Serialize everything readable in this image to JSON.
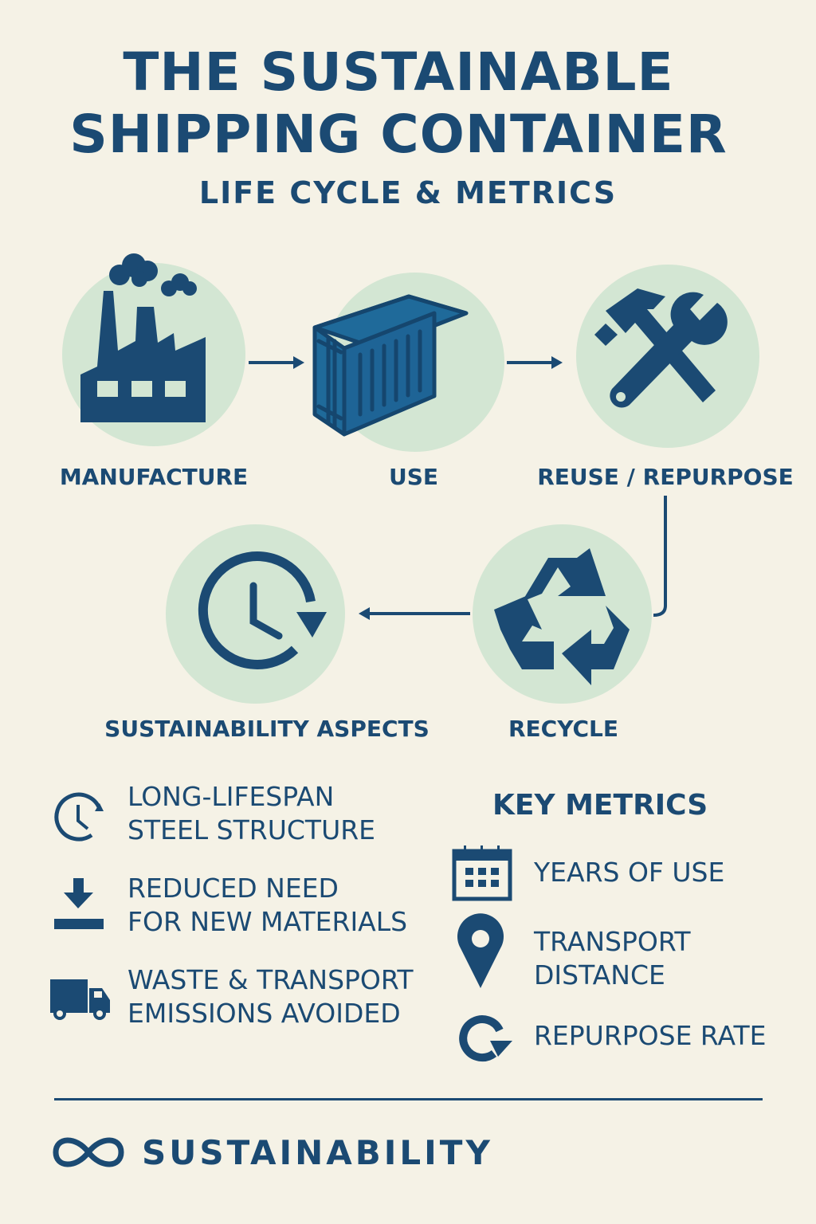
{
  "header": {
    "title_line1": "THE SUSTAINABLE",
    "title_line2": "SHIPPING CONTAINER",
    "subtitle": "LIFE CYCLE & METRICS"
  },
  "lifecycle": {
    "stages": [
      {
        "label": "MANUFACTURE",
        "icon": "factory-icon"
      },
      {
        "label": "USE",
        "icon": "shipping-container-icon"
      },
      {
        "label": "REUSE / REPURPOSE",
        "icon": "hammer-wrench-icon"
      },
      {
        "label": "RECYCLE",
        "icon": "recycle-icon"
      },
      {
        "label": "SUSTAINABILITY ASPECTS",
        "icon": "clock-cycle-icon"
      }
    ]
  },
  "aspects": [
    {
      "line1": "LONG-LIFESPAN",
      "line2": "STEEL STRUCTURE",
      "icon": "clock-icon"
    },
    {
      "line1": "REDUCED NEED",
      "line2": "FOR NEW MATERIALS",
      "icon": "download-icon"
    },
    {
      "line1": "WASTE & TRANSPORT",
      "line2": "EMISSIONS AVOIDED",
      "icon": "truck-icon"
    }
  ],
  "key_metrics": {
    "heading": "KEY METRICS",
    "items": [
      {
        "line1": "YEARS OF USE",
        "icon": "calendar-icon"
      },
      {
        "line1": "TRANSPORT",
        "line2": "DISTANCE",
        "icon": "map-pin-icon"
      },
      {
        "line1": "REPURPOSE RATE",
        "icon": "refresh-icon"
      }
    ]
  },
  "footer": {
    "label": "SUSTAINABILITY",
    "icon": "infinity-icon"
  },
  "colors": {
    "background": "#f5f2e6",
    "navy": "#1b4a73",
    "circle": "#d3e6d3",
    "container": "#1f6a9a"
  }
}
